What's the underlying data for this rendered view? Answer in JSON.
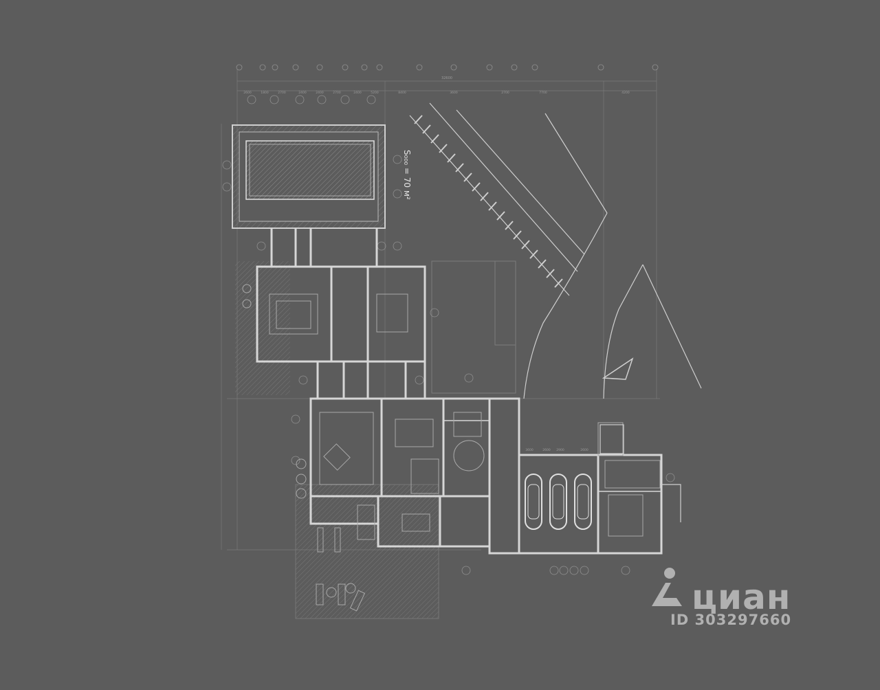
{
  "plan": {
    "pool_area_label": "S₀₀₀ = 70 м²",
    "overall_dimension": "32600",
    "dimension_labels": [
      "2600",
      "1800",
      "2700",
      "2400",
      "2400",
      "2700",
      "2400",
      "5200",
      "8400",
      "3600",
      "2700",
      "7700",
      "4200"
    ],
    "garage_dimension_labels": [
      "3600",
      "2600",
      "2900",
      "2600"
    ]
  },
  "watermark": {
    "brand": "циан",
    "listing_id": "ID 303297660"
  }
}
